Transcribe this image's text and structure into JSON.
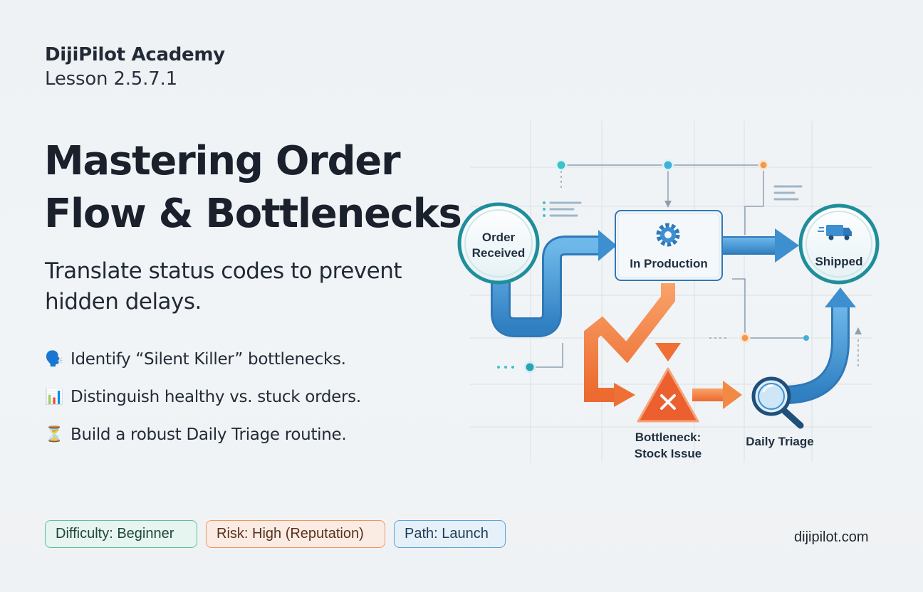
{
  "header": {
    "brand": "DijiPilot Academy",
    "lesson": "Lesson 2.5.7.1"
  },
  "title_lines": [
    "Mastering Order",
    "Flow & Bottlenecks"
  ],
  "subtitle_lines": [
    "Translate status codes to prevent",
    "hidden delays."
  ],
  "bullets": [
    {
      "emoji": "🗣️",
      "text": "Identify “Silent Killer” bottlenecks."
    },
    {
      "emoji": "📊",
      "text": "Distinguish healthy vs. stuck orders."
    },
    {
      "emoji": "⏳",
      "text": "Build a robust Daily Triage routine."
    }
  ],
  "tags": {
    "difficulty": "Difficulty: Beginner",
    "risk": "Risk: High (Reputation)",
    "path": "Path: Launch"
  },
  "footer": {
    "site": "dijipilot.com"
  },
  "diagram": {
    "nodes": {
      "order_received": [
        "Order",
        "Received"
      ],
      "in_production": "In Production",
      "shipped": "Shipped",
      "bottleneck": [
        "Bottleneck:",
        "Stock Issue"
      ],
      "daily_triage": "Daily Triage"
    },
    "icons": {
      "in_production": "gear-icon",
      "shipped": "delivery-truck-icon",
      "bottleneck": "x-warning-icon",
      "daily_triage": "magnifier-icon"
    },
    "colors": {
      "flow": "#3d8fcf",
      "bottleneck": "#f0743a",
      "node_border": "#1f8e9b",
      "accent_dot": "#f09a50"
    }
  }
}
